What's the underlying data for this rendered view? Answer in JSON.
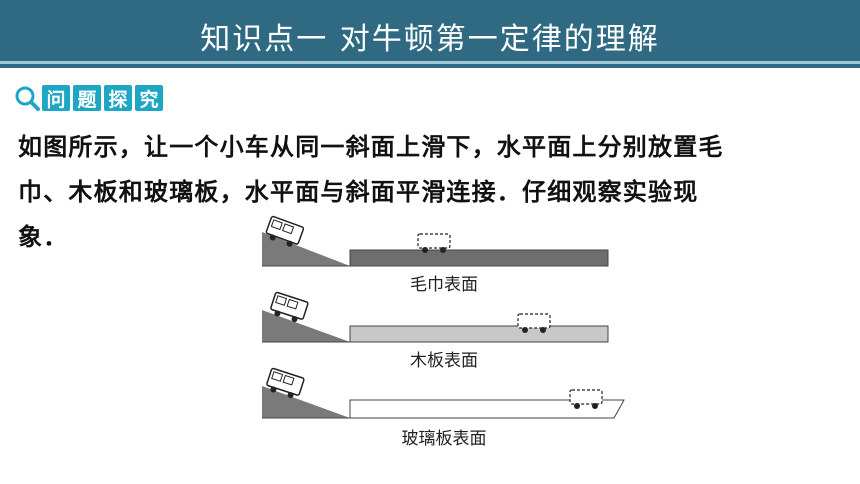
{
  "header": {
    "title": "知识点一    对牛顿第一定律的理解"
  },
  "tag": {
    "chars": [
      "问",
      "题",
      "探",
      "究"
    ]
  },
  "body": {
    "line1": "如图所示，让一个小车从同一斜面上滑下，水平面上分别放置毛",
    "line2": "巾、木板和玻璃板，水平面与斜面平滑连接．仔细观察实验现",
    "line3": "象．"
  },
  "figure": {
    "captions": [
      "毛巾表面",
      "木板表面",
      "玻璃板表面"
    ]
  },
  "colors": {
    "title_bar": "#2f6a82",
    "tag_bg": "#1ea7c4",
    "towel_surface": "#6e6e6e",
    "board_surface": "#c8c8c8",
    "glass_surface": "#ffffff"
  }
}
